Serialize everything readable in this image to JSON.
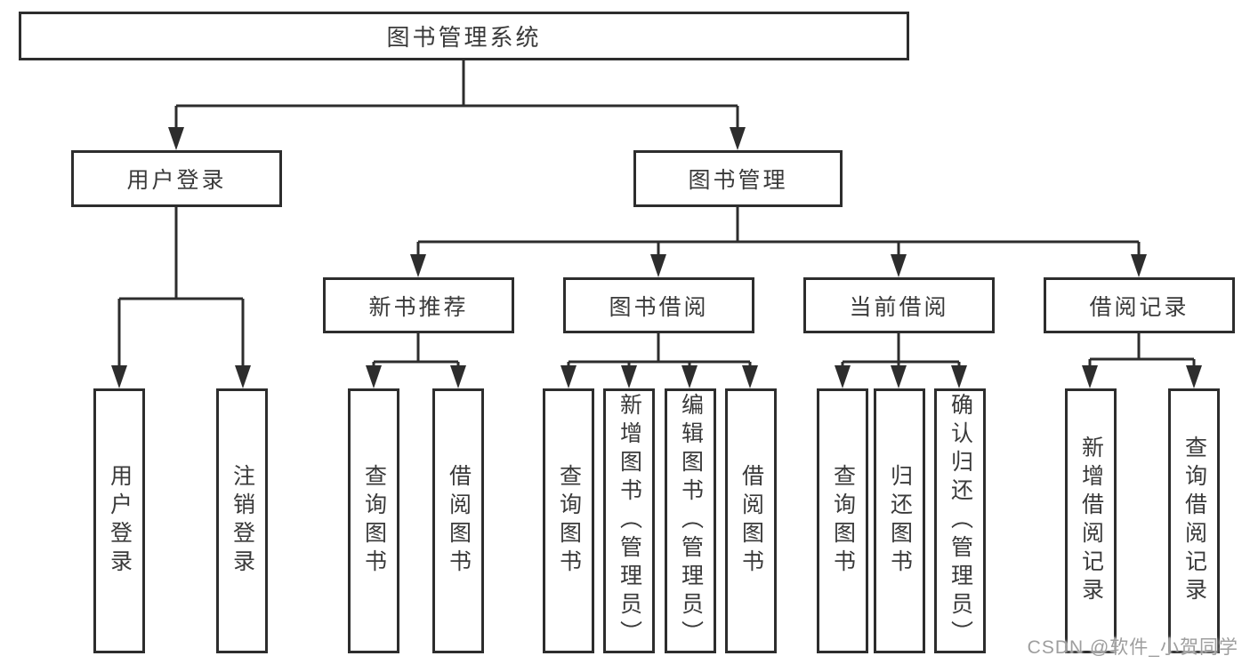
{
  "diagram": {
    "root": {
      "label": "图书管理系统"
    },
    "level1": [
      {
        "label": "用户登录"
      },
      {
        "label": "图书管理"
      }
    ],
    "level2": [
      {
        "label": "新书推荐"
      },
      {
        "label": "图书借阅"
      },
      {
        "label": "当前借阅"
      },
      {
        "label": "借阅记录"
      }
    ],
    "leaves": [
      {
        "label": "用户登录"
      },
      {
        "label": "注销登录"
      },
      {
        "label": "查询图书"
      },
      {
        "label": "借阅图书"
      },
      {
        "label": "查询图书"
      },
      {
        "label": "新增图书（管理员）"
      },
      {
        "label": "编辑图书（管理员）"
      },
      {
        "label": "借阅图书"
      },
      {
        "label": "查询图书"
      },
      {
        "label": "归还图书"
      },
      {
        "label": "确认归还（管理员）"
      },
      {
        "label": "新增借阅记录"
      },
      {
        "label": "查询借阅记录"
      }
    ],
    "watermark": "CSDN @软件_小贺同学",
    "colors": {
      "line": "#2d2d2d",
      "text": "#3a3a3a",
      "watermark": "#9e9e9e",
      "background": "#ffffff"
    }
  }
}
